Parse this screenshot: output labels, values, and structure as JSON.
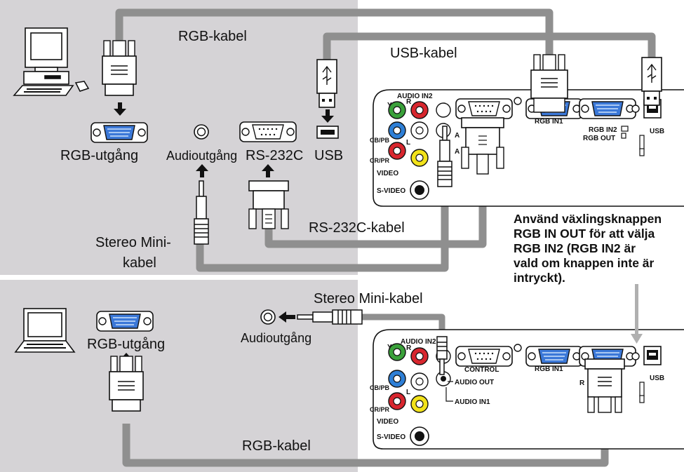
{
  "top": {
    "rgb_cable": "RGB-kabel",
    "usb_cable": "USB-kabel",
    "rs232c_cable": "RS-232C-kabel",
    "stereo_line1": "Stereo Mini-",
    "stereo_line2": "kabel",
    "ports": {
      "rgb_out": "RGB-utgång",
      "audio_out": "Audioutgång",
      "rs232c": "RS-232C",
      "usb": "USB"
    }
  },
  "bottom": {
    "stereo_cable": "Stereo Mini-kabel",
    "audio_out": "Audioutgång",
    "rgb_out": "RGB-utgång",
    "rgb_cable": "RGB-kabel"
  },
  "projector": {
    "audio_in2": "AUDIO IN2",
    "audio_in1": "AUDIO IN1",
    "audio_out": "AUDIO OUT",
    "control": "CONTROL",
    "rgb_in1": "RGB IN1",
    "rgb_in2": "RGB IN2",
    "rgb_out": "RGB OUT",
    "usb": "USB",
    "video": "VIDEO",
    "s_video": "S-VIDEO",
    "y": "Y",
    "cb_pb": "CB/PB",
    "cr_pr": "CR/PR",
    "r": "R",
    "l": "L",
    "a_top": "A",
    "a_bottom": "A",
    "r_partial": "R"
  },
  "note_lines": [
    "Använd växlingsknappen",
    "RGB IN OUT för att välja",
    "RGB IN2 (RGB IN2 är",
    "vald om knappen inte är",
    "intryckt)."
  ],
  "colors": {
    "panel": "#d5d3d6",
    "cable": "#8f8f8f",
    "jack_green": "#3aa13a",
    "jack_blue": "#2e7fd6",
    "jack_red": "#d8262e",
    "jack_yellow": "#f2e21a",
    "vga_blue": "#3b78d8"
  }
}
